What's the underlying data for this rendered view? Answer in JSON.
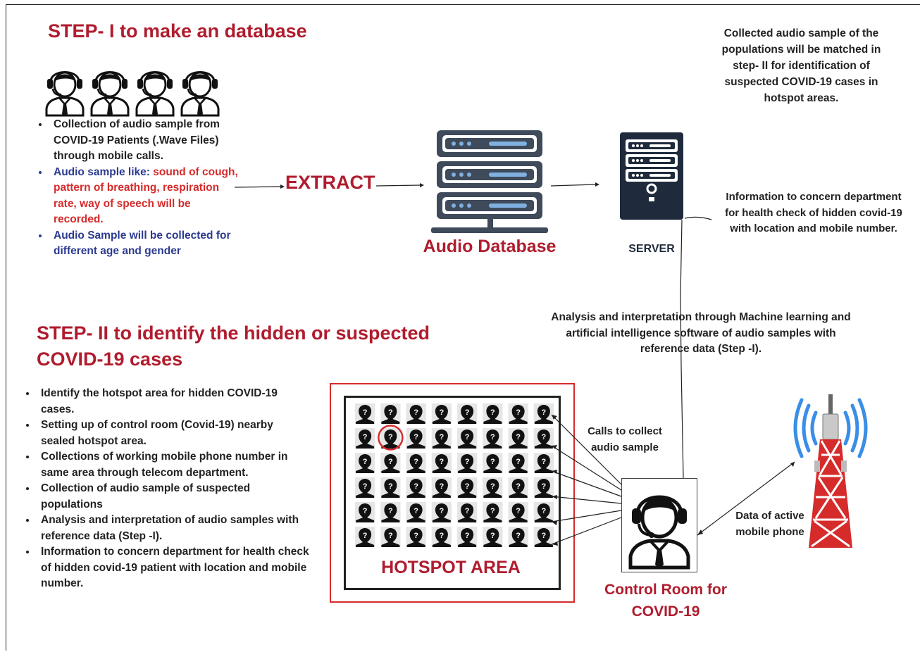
{
  "step1": {
    "title": "STEP-  I to make an database",
    "bullets": [
      {
        "parts": [
          {
            "text": "Collection of audio sample from COVID-19 Patients (.Wave Files) through mobile calls.",
            "color": "dark"
          }
        ]
      },
      {
        "parts": [
          {
            "text": "Audio sample like: ",
            "color": "blue"
          },
          {
            "text": "sound of cough, pattern of breathing, respiration rate, way of speech will be recorded.",
            "color": "red"
          }
        ]
      },
      {
        "parts": [
          {
            "text": "Audio Sample will be collected for different age and gender",
            "color": "blue"
          }
        ]
      }
    ]
  },
  "extract_label": "EXTRACT",
  "audio_db_label": "Audio Database",
  "server_label": "SERVER",
  "note_top_right": "Collected audio sample of the populations will be matched in step- II for identification of suspected COVID-19 cases in hotspot areas.",
  "note_info_dept": "Information to concern department for health check of hidden covid-19 with location and mobile number.",
  "note_analysis": "Analysis and interpretation through Machine learning and artificial intelligence software  of audio samples with reference data (Step -I).",
  "step2": {
    "title": "STEP-  II to identify the hidden or suspected COVID-19 cases",
    "bullets": [
      "Identify the hotspot area for hidden COVID-19 cases.",
      "Setting up of control room (Covid-19) nearby sealed hotspot area.",
      "Collections of  working mobile phone number in same area through telecom department.",
      "Collection of audio sample of suspected populations",
      "Analysis and interpretation of audio samples with reference data (Step -I).",
      "Information to concern department for health check of hidden covid-19 patient with location and mobile number."
    ]
  },
  "hotspot_label": "HOTSPOT AREA",
  "calls_label": "Calls to collect audio sample",
  "control_room_label": "Control Room for COVID-19",
  "active_phone_label": "Data of active mobile phone",
  "hotspot_grid": {
    "rows": 6,
    "cols": 8
  },
  "colors": {
    "title_red": "#b01c2e",
    "blue_text": "#2b3a8f",
    "red_text": "#d62b2b",
    "server_navy": "#1f2b3d",
    "db_slate": "#3f4a5a"
  },
  "icons": [
    "call-center-agent-icon",
    "database-server-icon",
    "server-tower-icon",
    "person-silhouette-icon",
    "cell-tower-icon"
  ]
}
